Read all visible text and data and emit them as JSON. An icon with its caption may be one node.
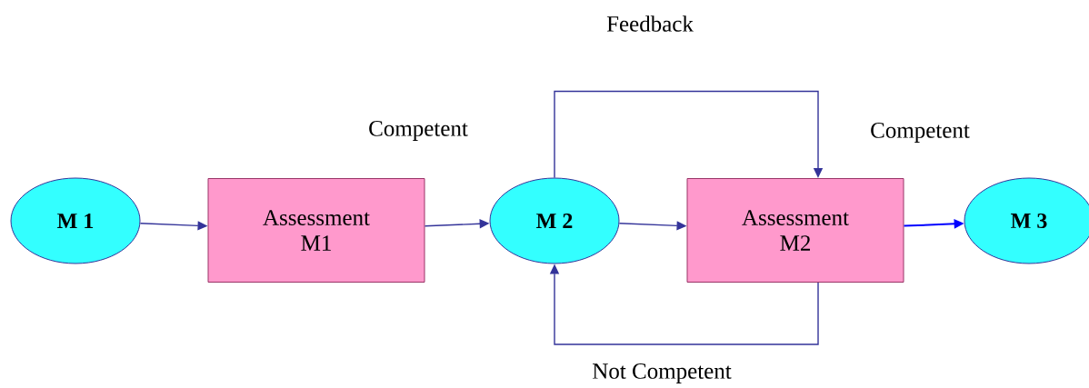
{
  "diagram": {
    "nodes": [
      {
        "text": [
          "M 1"
        ]
      },
      {
        "text": [
          "Assessment M1"
        ]
      },
      {
        "text": [
          "M 2"
        ]
      },
      {
        "text": [
          "Assessment M2"
        ]
      },
      {
        "text": [
          "M 3"
        ]
      }
    ],
    "edges": [
      {
        "from": 0,
        "to": 1,
        "arrow": "to"
      },
      {
        "from": 1,
        "to": 2,
        "arrow": "to",
        "label": "Competent"
      },
      {
        "from": 2,
        "to": 3,
        "arrow": "to"
      },
      {
        "from": 2,
        "to": 3,
        "arrow": "to",
        "label": "Feedback"
      },
      {
        "from": 3,
        "to": 2,
        "arrow": "to",
        "label": "Not Competent"
      },
      {
        "from": 3,
        "to": 4,
        "arrow": "to",
        "label": "Competent",
        "color": "#0000ff"
      }
    ]
  }
}
